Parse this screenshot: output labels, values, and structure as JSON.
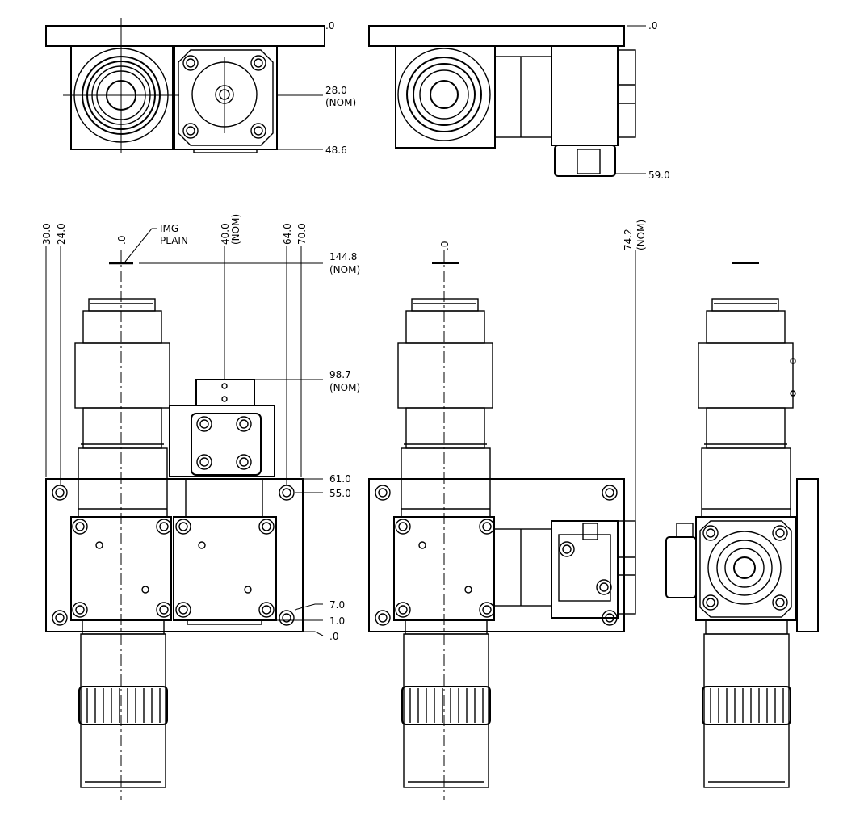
{
  "title": "Lens and motor assembly outline drawing",
  "colors": {
    "line": "#000000",
    "background": "#ffffff"
  },
  "top_left_view": {
    "datum": ".0",
    "dim_center": "28.0",
    "dim_center_note": "(NOM)",
    "dim_bottom": "48.6"
  },
  "top_right_view": {
    "datum": ".0",
    "dim_bottom": "59.0"
  },
  "front_view": {
    "vert_dims": [
      "30.0",
      "24.0",
      ".0",
      "64.0",
      "70.0"
    ],
    "motor_dim": "40.0",
    "motor_dim_note": "(NOM)",
    "callout_line1": "IMG",
    "callout_line2": "PLAIN",
    "dim_top": "144.8",
    "dim_top_note": "(NOM)",
    "dim_motor_top": "98.7",
    "dim_motor_top_note": "(NOM)",
    "dim_plate_top": "61.0",
    "dim_holes_top": "55.0",
    "dim_holes_bottom": "7.0",
    "dim_body_bottom": "1.0",
    "dim_plate_bottom": ".0"
  },
  "side_view": {
    "datum": ".0",
    "dim_motor": "74.2",
    "dim_motor_note": "(NOM)"
  }
}
